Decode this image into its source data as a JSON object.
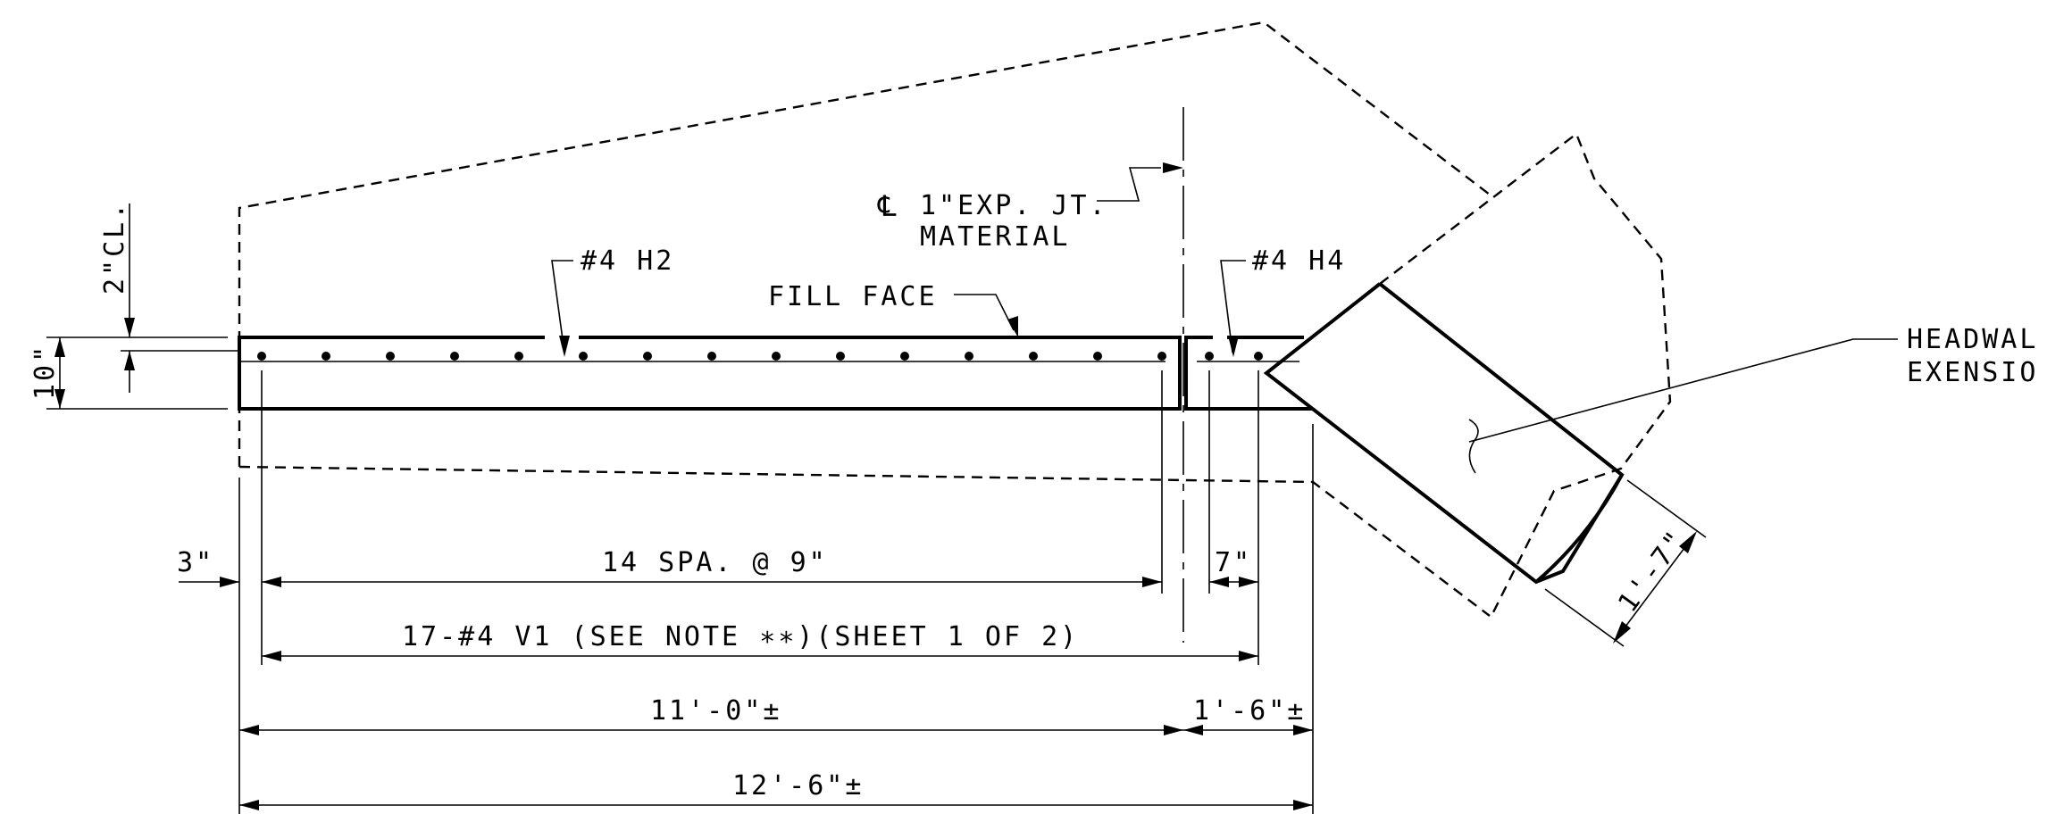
{
  "labels": {
    "clear_cover": "2\"CL.",
    "wall_thickness": "10\"",
    "exp_jt_line1": "1\"EXP. JT.",
    "exp_jt_line2": "MATERIAL",
    "bar_h2": "#4 H2",
    "bar_h4": "#4 H4",
    "fill_face": "FILL FACE",
    "headwall_line1": "HEADWAL",
    "headwall_line2": "EXENSIO",
    "end_cover": "3\"",
    "spacing": "14 SPA. @ 9\"",
    "bar_offset": "7\"",
    "vertical_bars": "17-#4 V1 (SEE NOTE ∗∗)(SHEET 1 OF 2)",
    "dim_main": "11'-0\"±",
    "dim_ext": "1'-6\"±",
    "dim_total": "12'-6\"±",
    "dim_headwall": "1'-7\""
  }
}
